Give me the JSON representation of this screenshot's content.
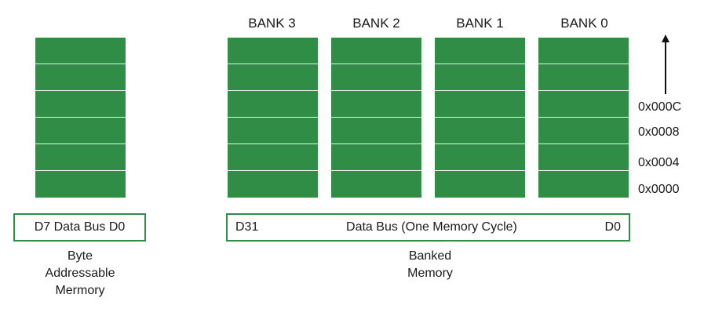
{
  "colors": {
    "cell_fill": "#2f8d46",
    "cell_divider": "#e6f2ea",
    "border": "#2f8d46",
    "arrow": "#111111"
  },
  "byte_memory": {
    "rows": 6,
    "bus_label": "D7 Data Bus D0",
    "caption_lines": [
      "Byte",
      "Addressable",
      "Mermory"
    ]
  },
  "banked_memory": {
    "rows": 6,
    "banks": [
      "BANK 3",
      "BANK 2",
      "BANK 1",
      "BANK 0"
    ],
    "bus_left": "D31",
    "bus_center": "Data Bus (One Memory Cycle)",
    "bus_right": "D0",
    "caption_lines": [
      "Banked",
      "Memory"
    ]
  },
  "addresses": [
    "0x000C",
    "0x0008",
    "0x0004",
    "0x0000"
  ],
  "arrow_icon": "arrow-up-icon"
}
